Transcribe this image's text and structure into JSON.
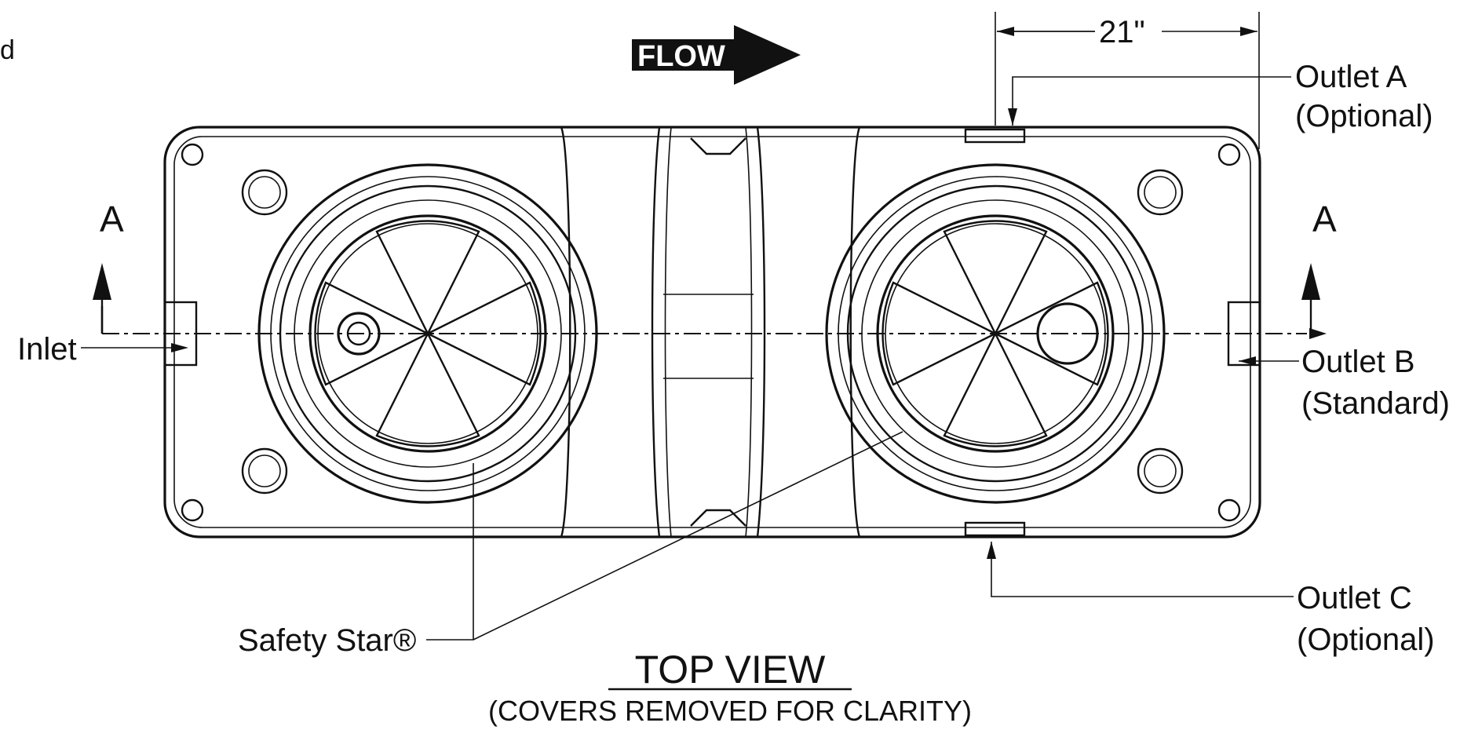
{
  "labels": {
    "corner_fragment": "d",
    "flow": "FLOW",
    "dimension": "21\"",
    "section_left": "A",
    "section_right": "A",
    "inlet": "Inlet",
    "outlet_a_line1": "Outlet A",
    "outlet_a_line2": "(Optional)",
    "outlet_b_line1": "Outlet B",
    "outlet_b_line2": "(Standard)",
    "outlet_c_line1": "Outlet C",
    "outlet_c_line2": "(Optional)",
    "safety_star": "Safety Star®",
    "view_title": "TOP VIEW",
    "view_subtitle": "(COVERS REMOVED FOR CLARITY)"
  }
}
